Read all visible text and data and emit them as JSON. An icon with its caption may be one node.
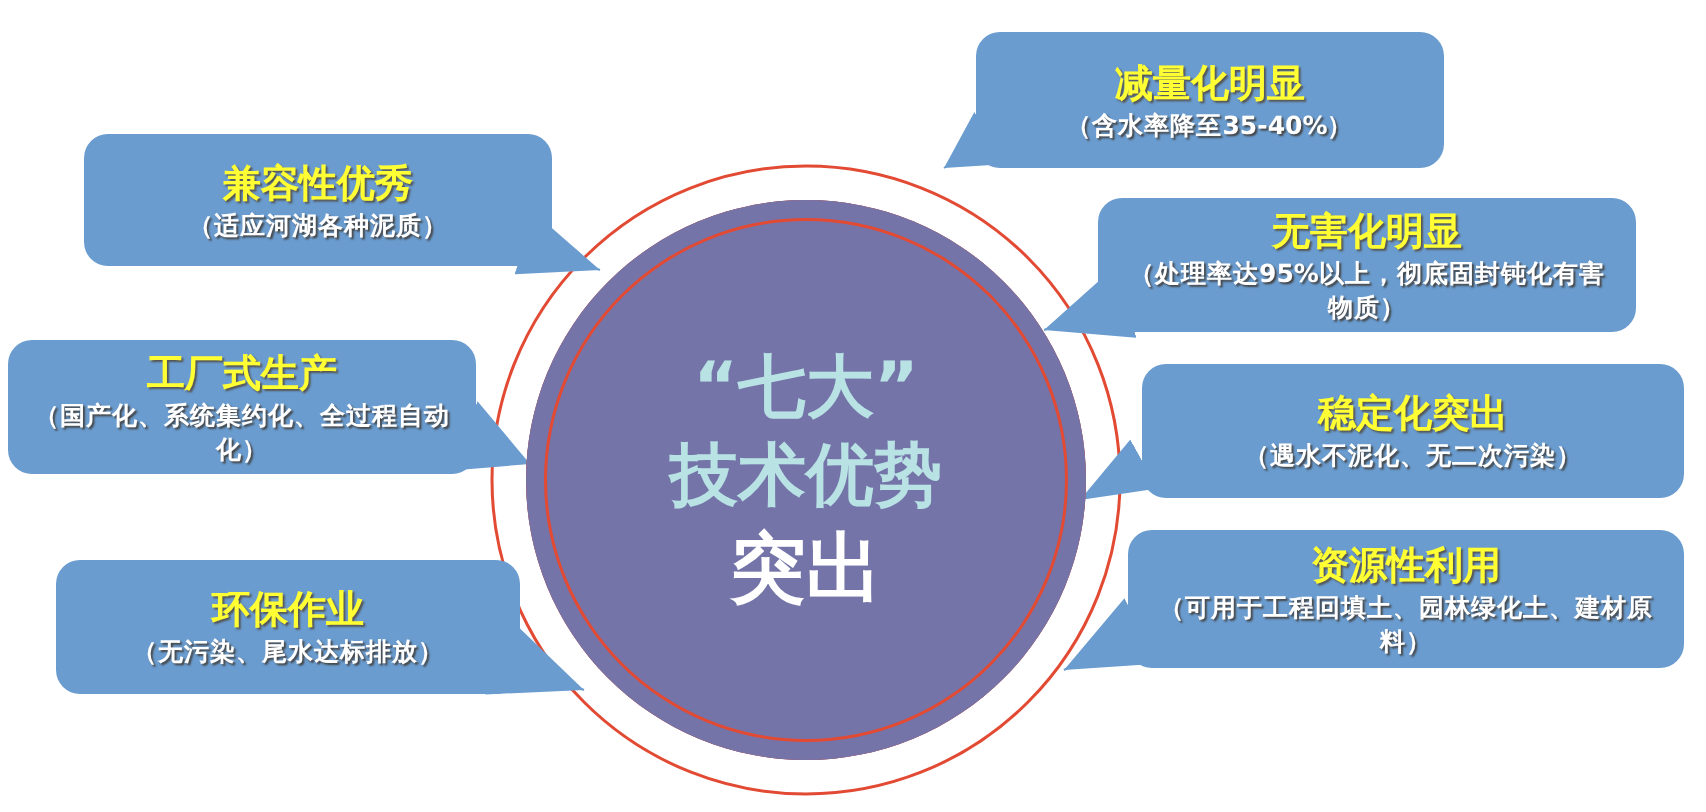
{
  "diagram": {
    "nodes": [
      {
        "text": [
          "“七大”技术优势",
          "突出"
        ]
      },
      {
        "text": [
          "兼容性优秀",
          "（适应河湖各种泥质）"
        ]
      },
      {
        "text": [
          "工厂式生产",
          "（国产化、系统集约化、全过程自动化）"
        ]
      },
      {
        "text": [
          "环保作业",
          "（无污染、尾水达标排放）"
        ]
      },
      {
        "text": [
          "减量化明显",
          "（含水率降至35-40%）"
        ]
      },
      {
        "text": [
          "无害化明显",
          "（处理率达95%以上，彻底固封钝化有害物质）"
        ]
      },
      {
        "text": [
          "稳定化突出",
          "（遇水不泥化、无二次污染）"
        ]
      },
      {
        "text": [
          "资源性利用",
          "（可用于工程回填土、园林绿化土、建材原料）"
        ]
      }
    ],
    "edges": [
      {
        "from": 1,
        "to": 0,
        "arrow": "to"
      },
      {
        "from": 2,
        "to": 0,
        "arrow": "to"
      },
      {
        "from": 3,
        "to": 0,
        "arrow": "to"
      },
      {
        "from": 4,
        "to": 0,
        "arrow": "to"
      },
      {
        "from": 5,
        "to": 0,
        "arrow": "to"
      },
      {
        "from": 6,
        "to": 0,
        "arrow": "to"
      },
      {
        "from": 7,
        "to": 0,
        "arrow": "to"
      }
    ]
  }
}
